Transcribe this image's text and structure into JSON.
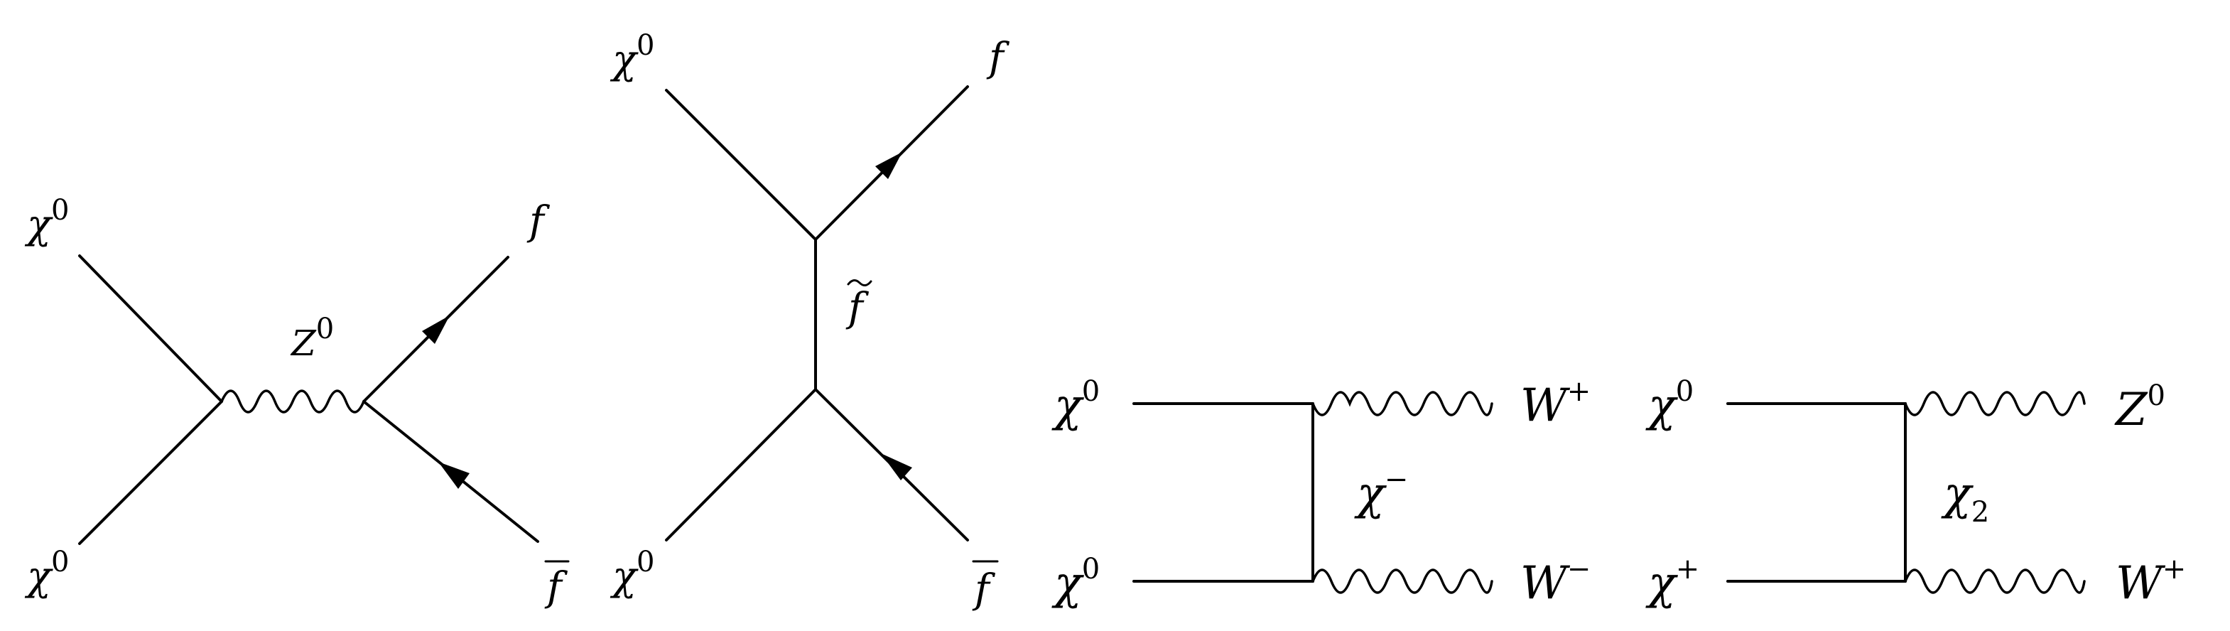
{
  "diagrams": [
    {
      "id": "s-channel",
      "labels": {
        "in_top": "χ",
        "in_top_sup": "0",
        "in_bottom": "χ",
        "in_bottom_sup": "0",
        "propagator": "Z",
        "propagator_sup": "0",
        "out_top": "f",
        "out_bottom": "f"
      }
    },
    {
      "id": "t-channel-sfermion",
      "labels": {
        "in_top": "χ",
        "in_top_sup": "0",
        "in_bottom": "χ",
        "in_bottom_sup": "0",
        "propagator": "f",
        "out_top": "f",
        "out_bottom": "f"
      }
    },
    {
      "id": "t-channel-WW",
      "labels": {
        "in_top": "χ",
        "in_top_sup": "0",
        "in_bottom": "χ",
        "in_bottom_sup": "0",
        "propagator": "χ",
        "propagator_sup": "−",
        "out_top": "W",
        "out_top_sup": "+",
        "out_bottom": "W",
        "out_bottom_sup": "−"
      }
    },
    {
      "id": "t-channel-ZW",
      "labels": {
        "in_top": "χ",
        "in_top_sup": "0",
        "in_bottom": "χ",
        "in_bottom_sup": "+",
        "propagator": "χ",
        "propagator_sub": "2",
        "out_top": "Z",
        "out_top_sup": "0",
        "out_bottom": "W",
        "out_bottom_sup": "+"
      }
    }
  ]
}
